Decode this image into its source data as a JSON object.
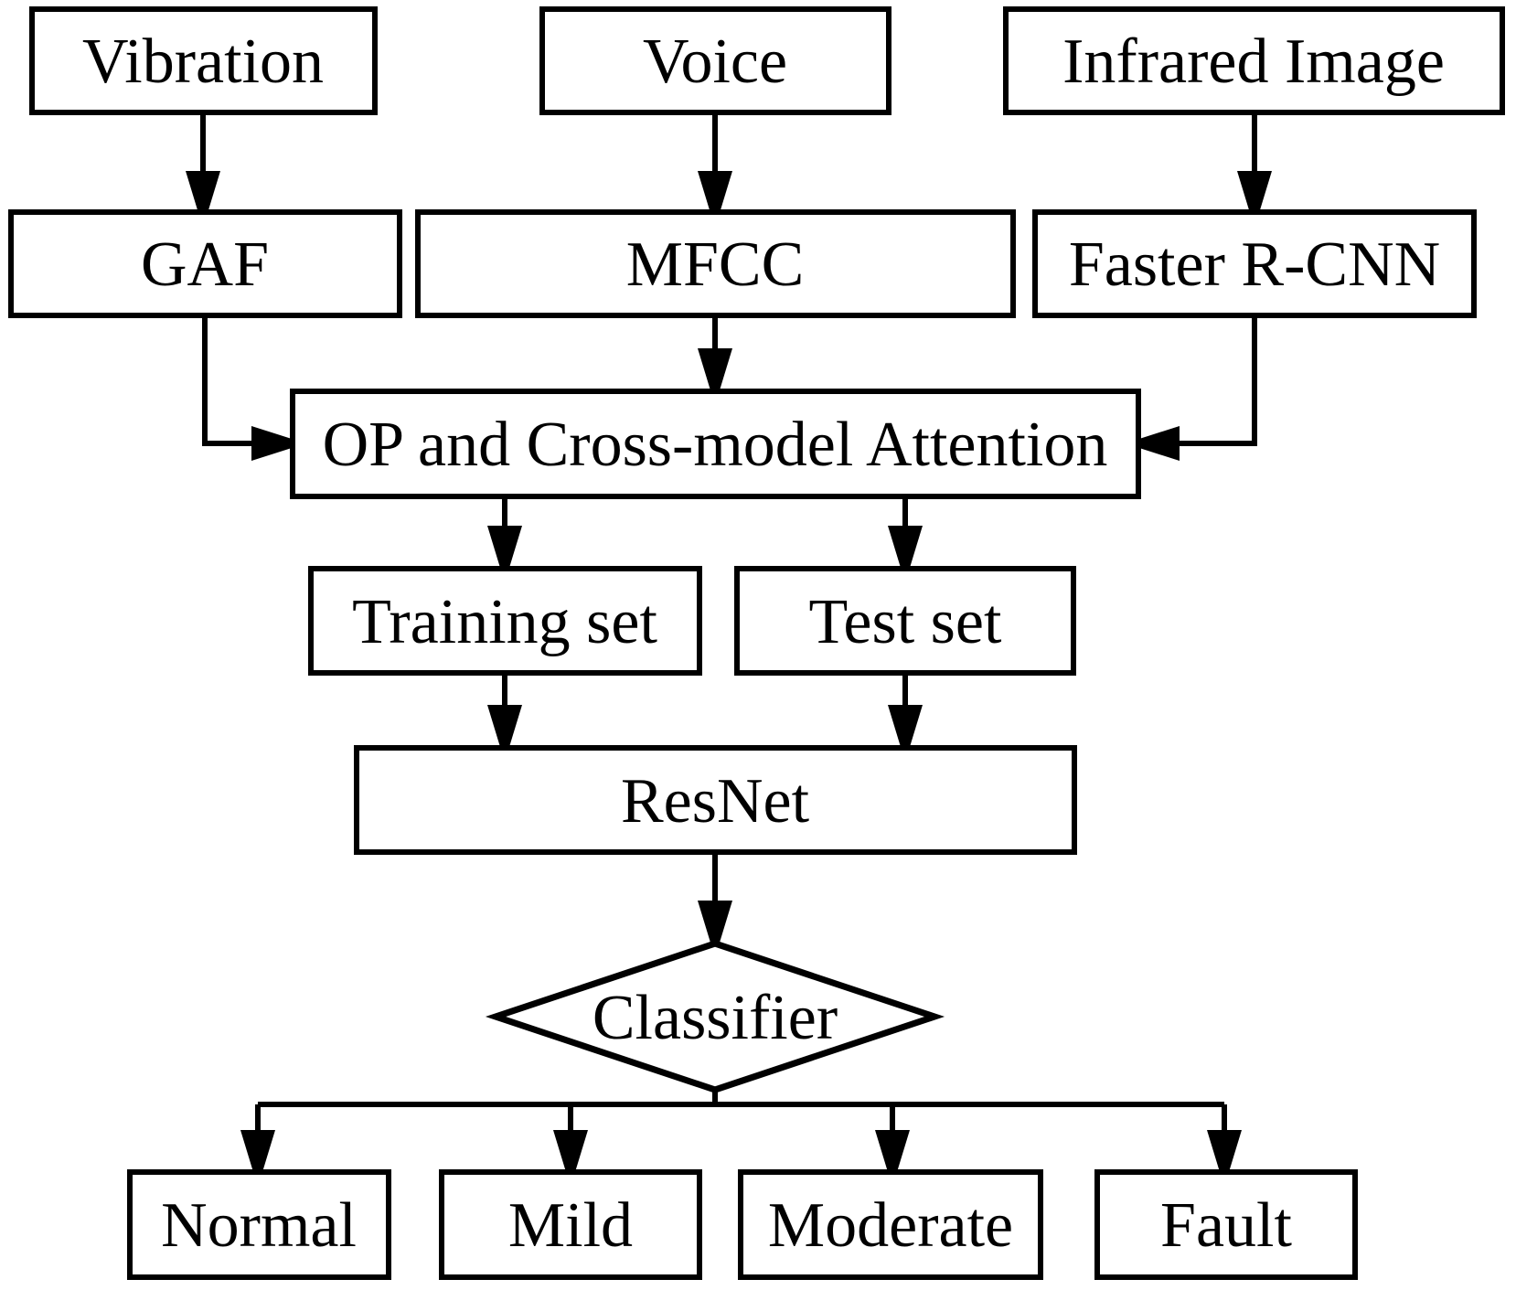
{
  "diagram": {
    "background_color": "#ffffff",
    "line_color": "#000000",
    "box_fill_color": "#ffffff",
    "text_color": "#000000"
  },
  "nodes": {
    "vibration": {
      "label": "Vibration",
      "shape": "rect"
    },
    "voice": {
      "label": "Voice",
      "shape": "rect"
    },
    "infrared_image": {
      "label": "Infrared Image",
      "shape": "rect"
    },
    "gaf": {
      "label": "GAF",
      "shape": "rect"
    },
    "mfcc": {
      "label": "MFCC",
      "shape": "rect"
    },
    "faster_rcnn": {
      "label": "Faster R-CNN",
      "shape": "rect"
    },
    "op_attention": {
      "label": "OP and Cross-model Attention",
      "shape": "rect"
    },
    "training_set": {
      "label": "Training set",
      "shape": "rect"
    },
    "test_set": {
      "label": "Test set",
      "shape": "rect"
    },
    "resnet": {
      "label": "ResNet",
      "shape": "rect"
    },
    "classifier": {
      "label": "Classifier",
      "shape": "diamond"
    },
    "normal": {
      "label": "Normal",
      "shape": "rect"
    },
    "mild": {
      "label": "Mild",
      "shape": "rect"
    },
    "moderate": {
      "label": "Moderate",
      "shape": "rect"
    },
    "fault": {
      "label": "Fault",
      "shape": "rect"
    }
  },
  "edges": [
    {
      "from": "Vibration",
      "to": "GAF"
    },
    {
      "from": "Voice",
      "to": "MFCC"
    },
    {
      "from": "Infrared Image",
      "to": "Faster R-CNN"
    },
    {
      "from": "GAF",
      "to": "OP and Cross-model Attention"
    },
    {
      "from": "MFCC",
      "to": "OP and Cross-model Attention"
    },
    {
      "from": "Faster R-CNN",
      "to": "OP and Cross-model Attention"
    },
    {
      "from": "OP and Cross-model Attention",
      "to": "Training set"
    },
    {
      "from": "OP and Cross-model Attention",
      "to": "Test set"
    },
    {
      "from": "Training set",
      "to": "ResNet"
    },
    {
      "from": "Test set",
      "to": "ResNet"
    },
    {
      "from": "ResNet",
      "to": "Classifier"
    },
    {
      "from": "Classifier",
      "to": "Normal"
    },
    {
      "from": "Classifier",
      "to": "Mild"
    },
    {
      "from": "Classifier",
      "to": "Moderate"
    },
    {
      "from": "Classifier",
      "to": "Fault"
    }
  ]
}
